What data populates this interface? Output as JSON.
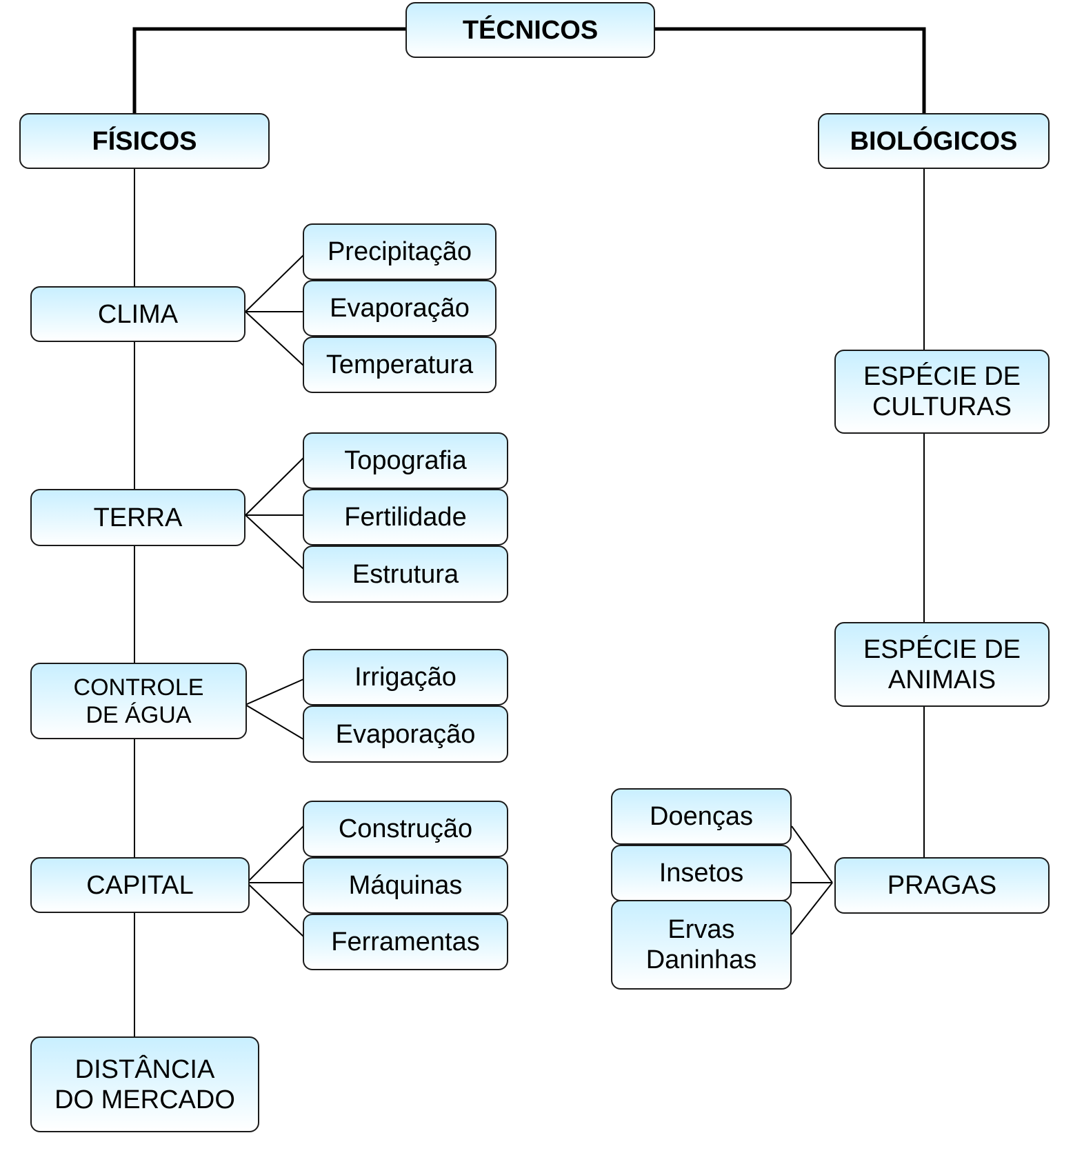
{
  "nodes": {
    "tecnicos": "TÉCNICOS",
    "fisicos": "FÍSICOS",
    "biologicos": "BIOLÓGICOS",
    "clima": "CLIMA",
    "precipitacao": "Precipitação",
    "evaporacao_clima": "Evaporação",
    "temperatura": "Temperatura",
    "terra": "TERRA",
    "topografia": "Topografia",
    "fertilidade": "Fertilidade",
    "estrutura": "Estrutura",
    "controle_agua": "CONTROLE\nDE ÁGUA",
    "irrigacao": "Irrigação",
    "evaporacao_agua": "Evaporação",
    "capital": "CAPITAL",
    "construcao": "Construção",
    "maquinas": "Máquinas",
    "ferramentas": "Ferramentas",
    "distancia_mercado": "DISTÂNCIA\nDO MERCADO",
    "especie_culturas": "ESPÉCIE DE\nCULTURAS",
    "especie_animais": "ESPÉCIE DE\nANIMAIS",
    "pragas": "PRAGAS",
    "doencas": "Doenças",
    "insetos": "Insetos",
    "ervas_daninhas": "Ervas\nDaninhas"
  }
}
